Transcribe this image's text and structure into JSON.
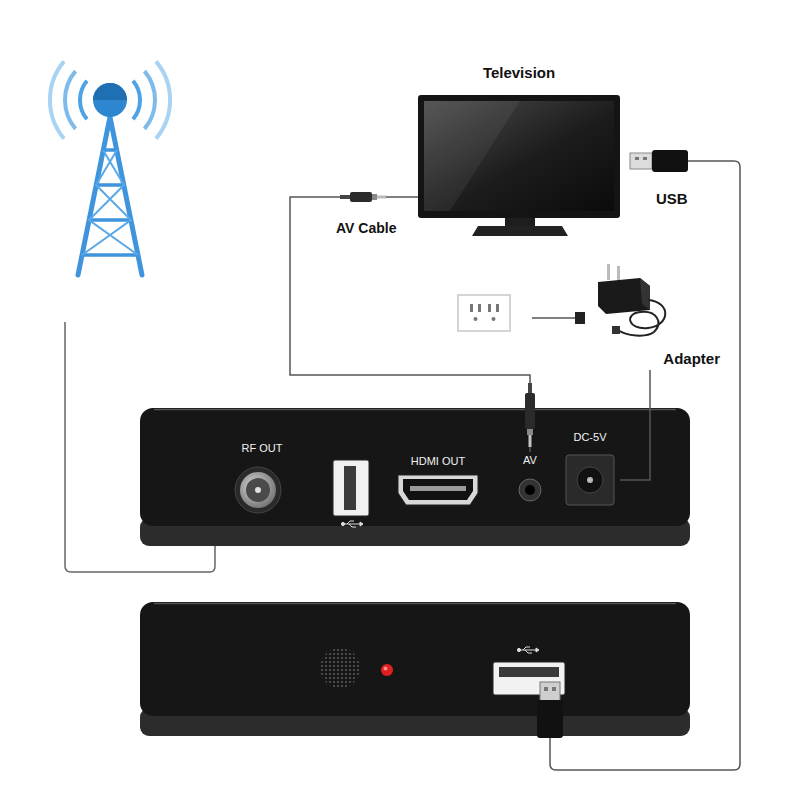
{
  "diagram": {
    "nodes": [
      {
        "text": [
          "Television"
        ]
      },
      {
        "text": [
          "Adapter"
        ]
      },
      {
        "text": [
          "RF OUT"
        ]
      },
      {
        "text": [
          "HDMI OUT"
        ]
      },
      {
        "text": [
          "AV"
        ]
      },
      {
        "text": [
          "DC-5V"
        ]
      }
    ],
    "edges": [
      {
        "from": 0,
        "to": 4,
        "arrow": "none",
        "label": "AV Cable"
      },
      {
        "from": 1,
        "to": 5,
        "arrow": "none"
      }
    ],
    "labels": [
      "USB"
    ]
  }
}
